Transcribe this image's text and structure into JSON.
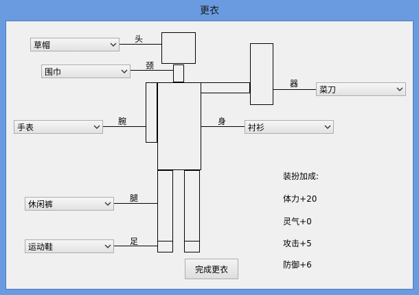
{
  "window": {
    "title": "更衣"
  },
  "slots": {
    "head": {
      "label": "头",
      "value": "草帽"
    },
    "neck": {
      "label": "颈",
      "value": "围巾"
    },
    "wrist": {
      "label": "腕",
      "value": "手表"
    },
    "body": {
      "label": "身",
      "value": "衬衫"
    },
    "weapon": {
      "label": "器",
      "value": "菜刀"
    },
    "legs": {
      "label": "腿",
      "value": "休闲裤"
    },
    "feet": {
      "label": "足",
      "value": "运动鞋"
    }
  },
  "stats": {
    "heading": "装扮加成:",
    "items": [
      {
        "name": "体力",
        "value": "+20"
      },
      {
        "name": "灵气",
        "value": "+0"
      },
      {
        "name": "攻击",
        "value": "+5"
      },
      {
        "name": "防御",
        "value": "+6"
      }
    ]
  },
  "done_button": "完成更衣"
}
